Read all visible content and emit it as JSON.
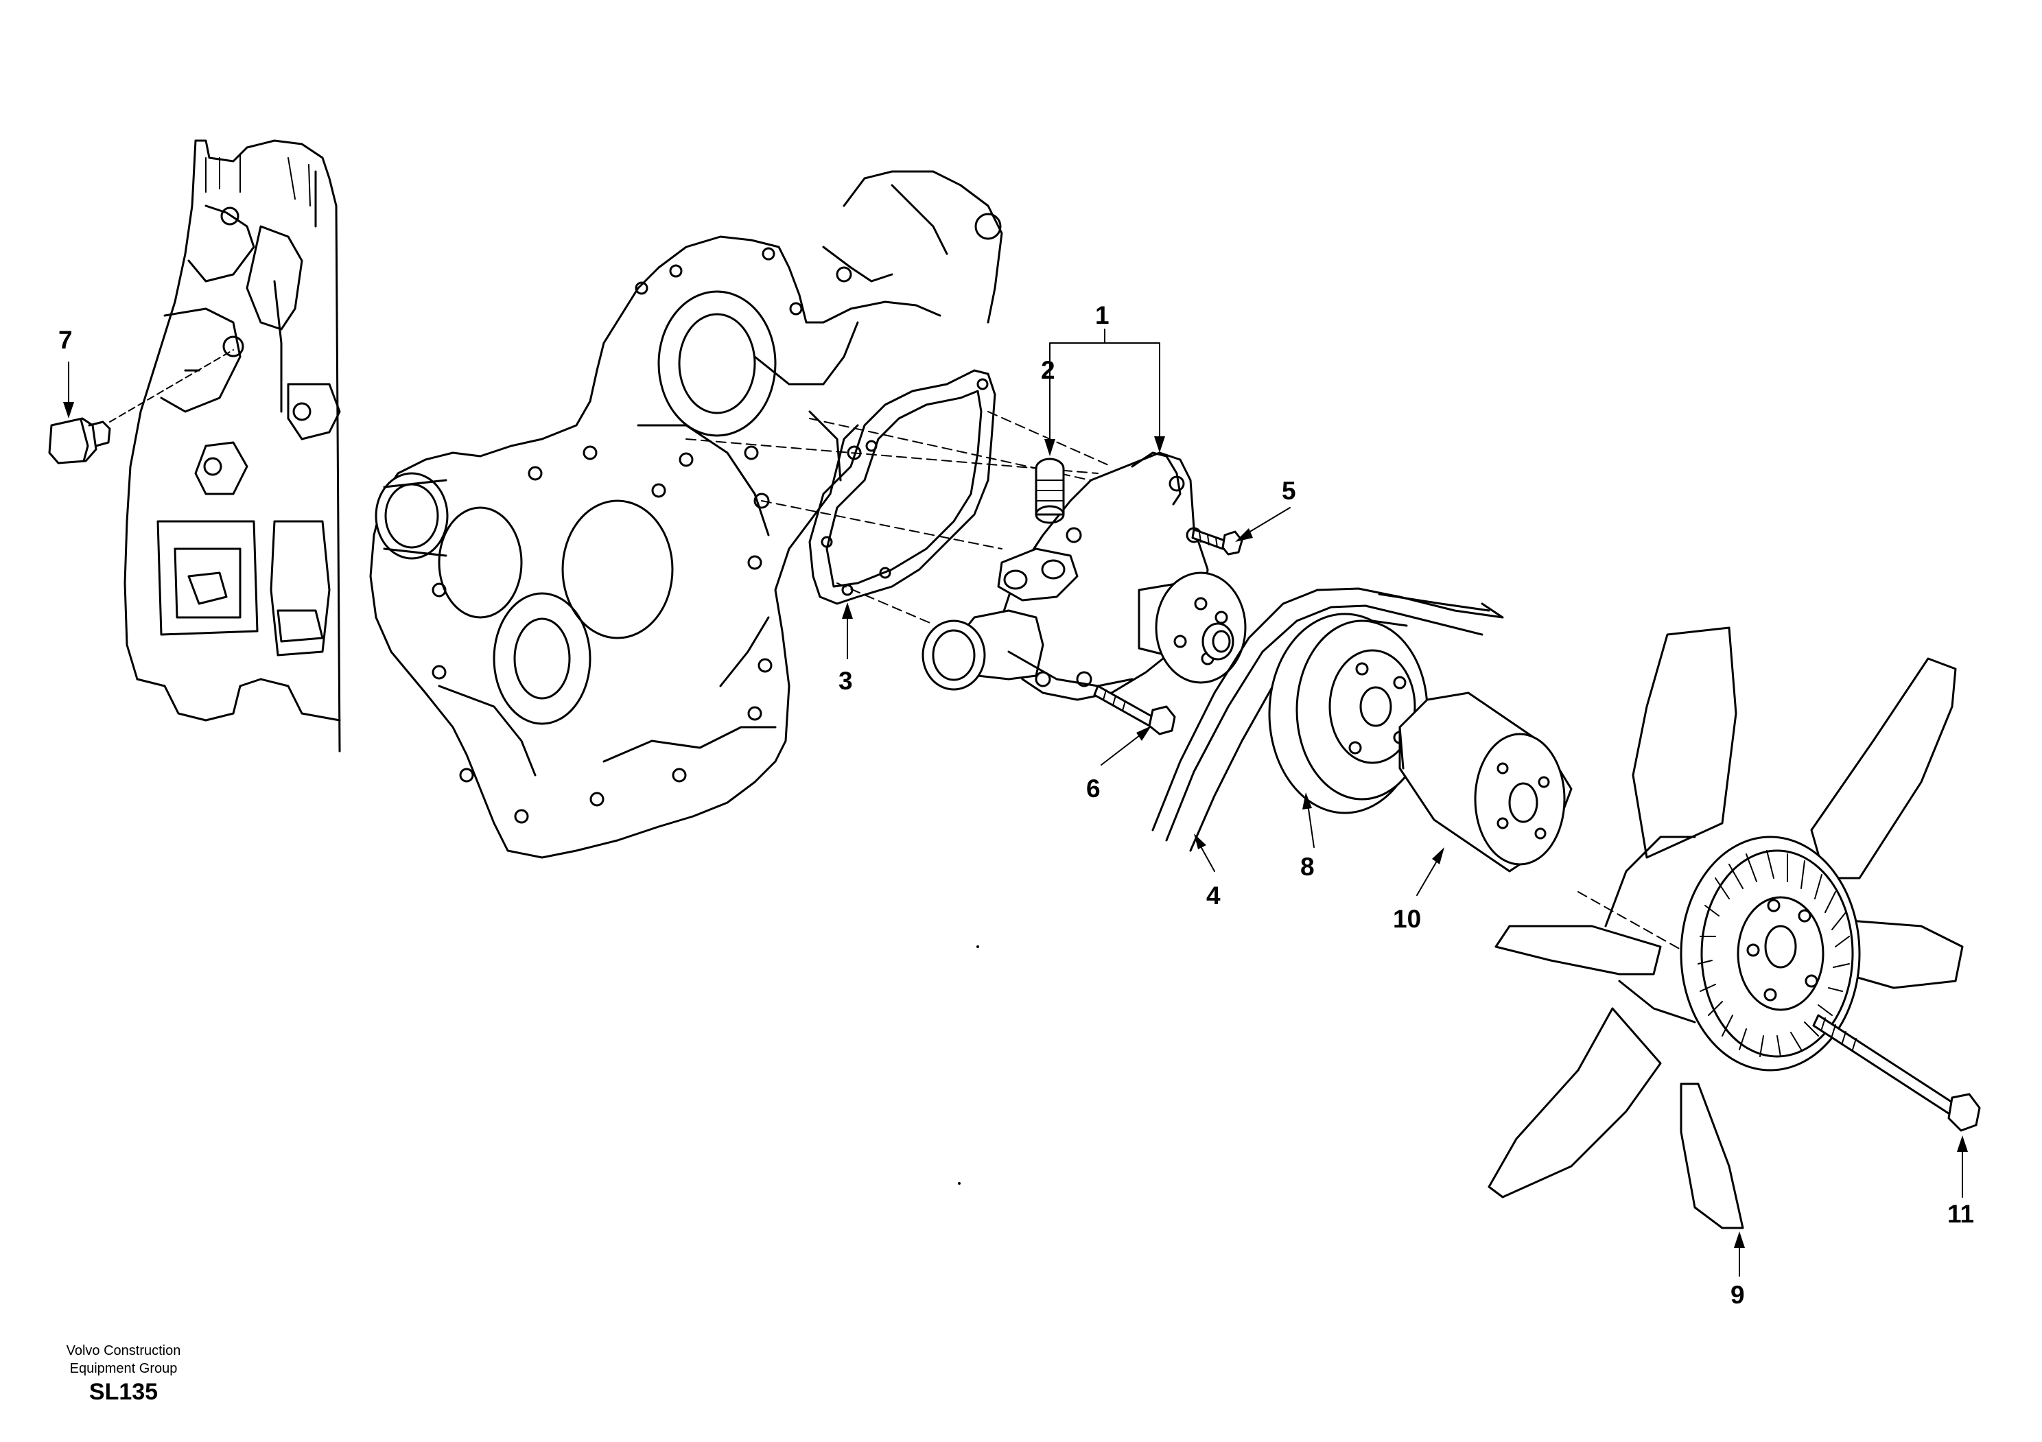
{
  "title": "",
  "callouts": [
    {
      "id": "1",
      "label": "1"
    },
    {
      "id": "2",
      "label": "2"
    },
    {
      "id": "3",
      "label": "3"
    },
    {
      "id": "4",
      "label": "4"
    },
    {
      "id": "5",
      "label": "5"
    },
    {
      "id": "6",
      "label": "6"
    },
    {
      "id": "7",
      "label": "7"
    },
    {
      "id": "8",
      "label": "8"
    },
    {
      "id": "9",
      "label": "9"
    },
    {
      "id": "10",
      "label": "10"
    },
    {
      "id": "11",
      "label": "11"
    }
  ],
  "footer": {
    "company_line1": "Volvo Construction",
    "company_line2": "Equipment Group",
    "code": "SL135"
  },
  "colors": {
    "line": "#000000",
    "background": "#ffffff"
  }
}
